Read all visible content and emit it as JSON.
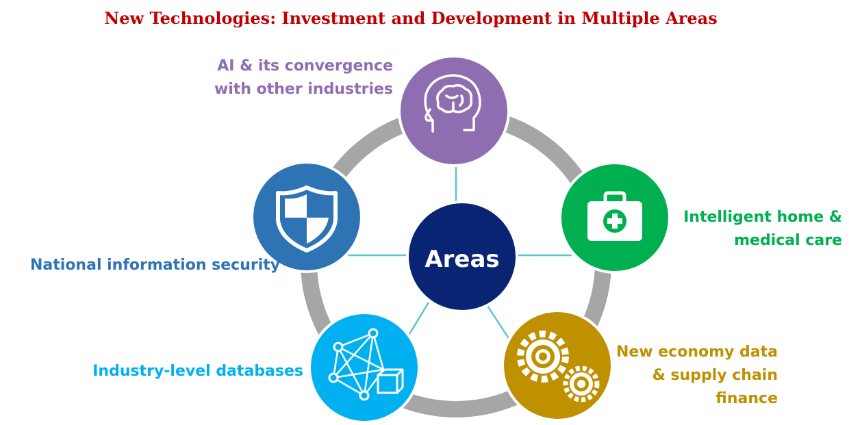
{
  "title": "New Technologies: Investment and Development in Multiple Areas",
  "center": {
    "label": "Areas",
    "color": "#0a2474"
  },
  "nodes": [
    {
      "key": "ai",
      "lines": [
        "AI & its convergence",
        "with other industries"
      ],
      "color": "#8e6db1",
      "icon": "brain-head-icon"
    },
    {
      "key": "home",
      "lines": [
        "Intelligent home &",
        "medical care"
      ],
      "color": "#00b050",
      "icon": "first-aid-kit-icon"
    },
    {
      "key": "econ",
      "lines": [
        "New economy data",
        "& supply chain",
        "finance"
      ],
      "color": "#bf9000",
      "icon": "gears-icon"
    },
    {
      "key": "db",
      "lines": [
        "Industry-level databases"
      ],
      "color": "#00b0f0",
      "icon": "network-cube-icon"
    },
    {
      "key": "sec",
      "lines": [
        "National information security"
      ],
      "color": "#2e74b5",
      "icon": "shield-icon"
    }
  ],
  "ring_color": "#a6a6a6",
  "spoke_color": "#5bc4d1"
}
